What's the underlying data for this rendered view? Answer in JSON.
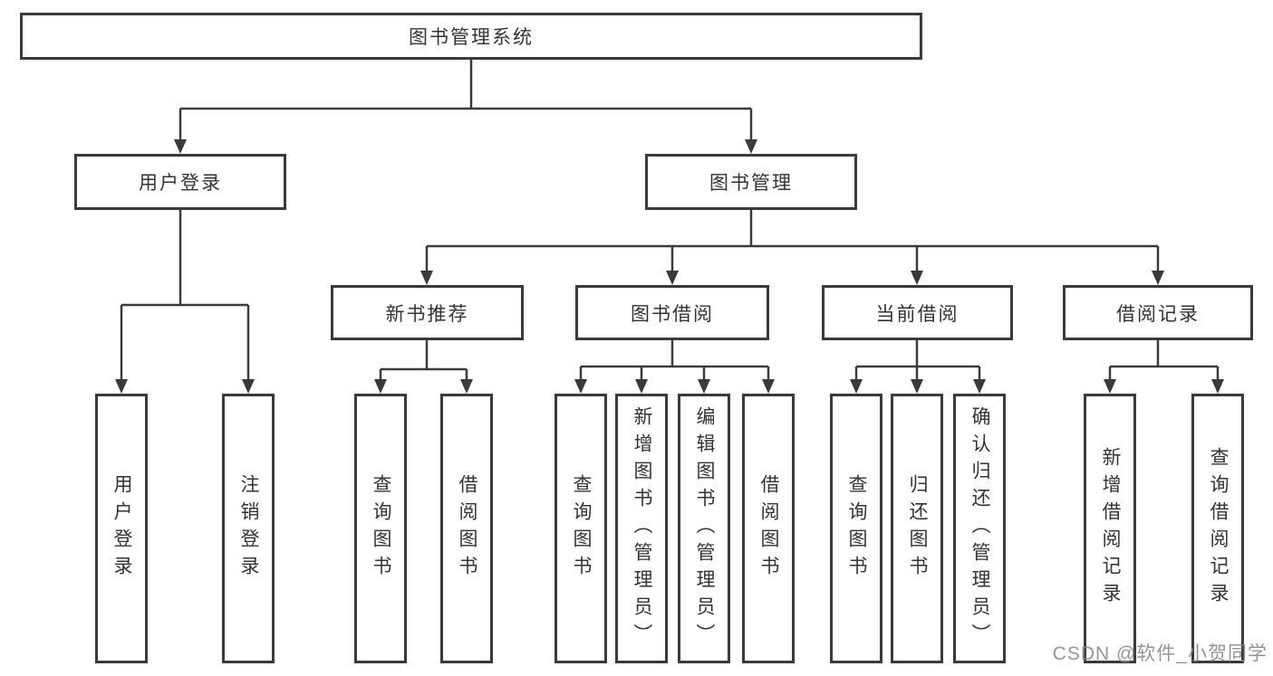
{
  "tree": {
    "root": {
      "label": "图书管理系统"
    },
    "branches": [
      {
        "label": "用户登录",
        "leaves": [
          "用户登录",
          "注销登录"
        ]
      },
      {
        "label": "图书管理",
        "groups": [
          {
            "label": "新书推荐",
            "leaves": [
              "查询图书",
              "借阅图书"
            ]
          },
          {
            "label": "图书借阅",
            "leaves": [
              "查询图书",
              "新增图书（管理员）",
              "编辑图书（管理员）",
              "借阅图书"
            ]
          },
          {
            "label": "当前借阅",
            "leaves": [
              "查询图书",
              "归还图书",
              "确认归还（管理员）"
            ]
          },
          {
            "label": "借阅记录",
            "leaves": [
              "新增借阅记录",
              "查询借阅记录"
            ]
          }
        ]
      }
    ]
  },
  "watermark": "CSDN @软件_小贺同学",
  "colors": {
    "line": "#3a3a3a",
    "text": "#333333",
    "watermark": "#868686",
    "background": "#ffffff"
  }
}
